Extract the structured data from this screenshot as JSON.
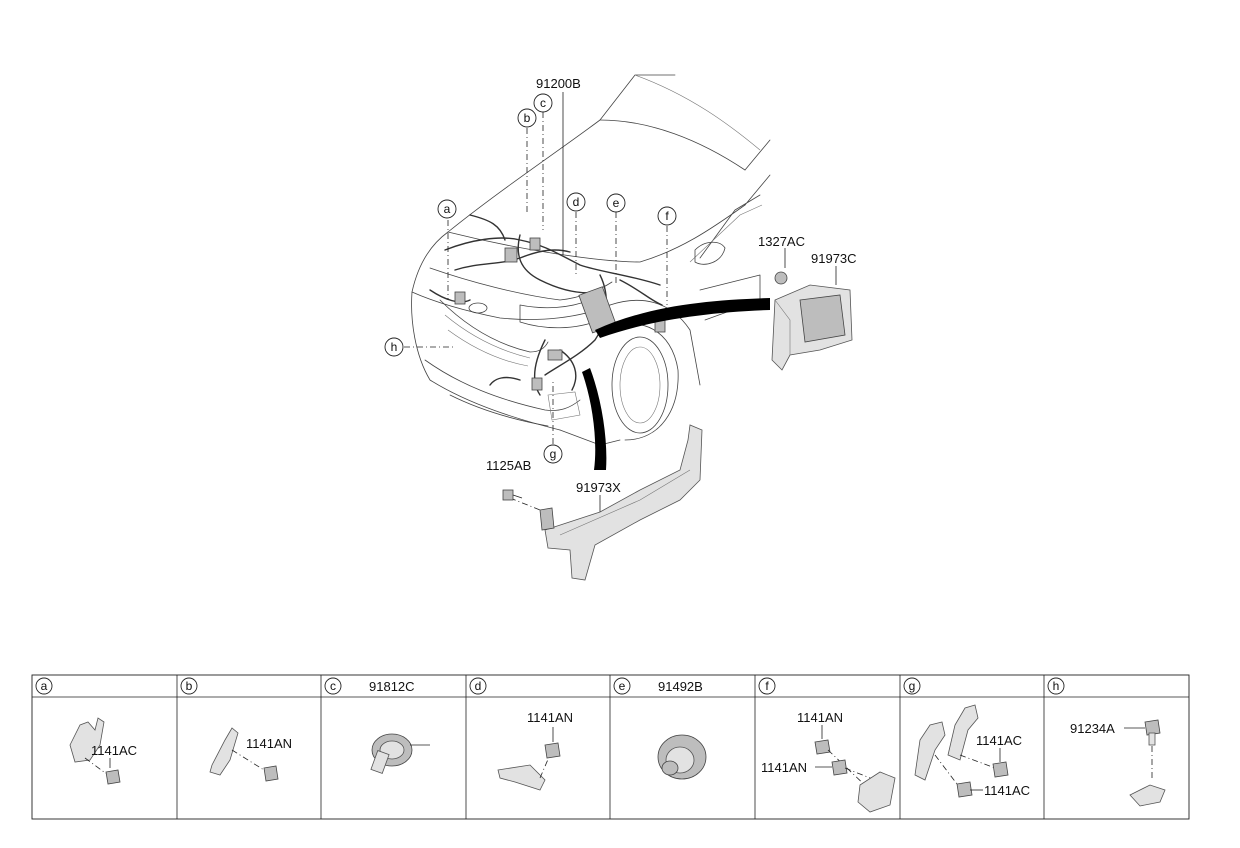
{
  "callouts": {
    "a": "a",
    "b": "b",
    "c": "c",
    "d": "d",
    "e": "e",
    "f": "f",
    "g": "g",
    "h": "h"
  },
  "main_labels": {
    "harness": "91200B",
    "nut": "1327AC",
    "bracket_c": "91973C",
    "bolt": "1125AB",
    "bracket_x": "91973X"
  },
  "detail_table": [
    {
      "letter": "a",
      "header_part": "",
      "labels": [
        "1141AC"
      ]
    },
    {
      "letter": "b",
      "header_part": "",
      "labels": [
        "1141AN"
      ]
    },
    {
      "letter": "c",
      "header_part": "91812C",
      "labels": []
    },
    {
      "letter": "d",
      "header_part": "",
      "labels": [
        "1141AN"
      ]
    },
    {
      "letter": "e",
      "header_part": "91492B",
      "labels": []
    },
    {
      "letter": "f",
      "header_part": "",
      "labels": [
        "1141AN",
        "1141AN"
      ]
    },
    {
      "letter": "g",
      "header_part": "",
      "labels": [
        "1141AC",
        "1141AC"
      ]
    },
    {
      "letter": "h",
      "header_part": "",
      "labels": [
        "91234A"
      ]
    }
  ]
}
